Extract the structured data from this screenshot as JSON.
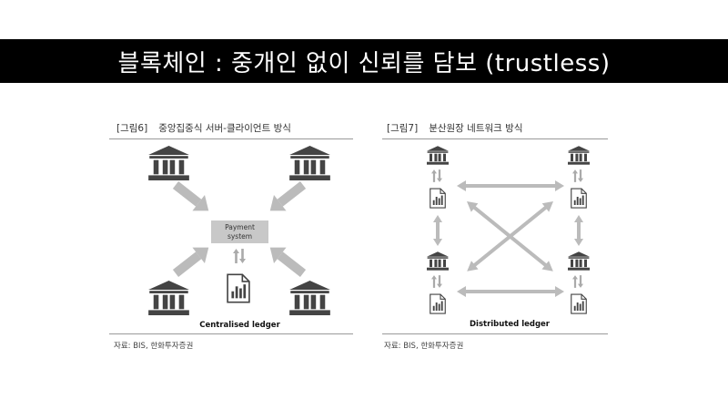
{
  "header": {
    "title": "블록체인 : 중개인 없이 신뢰를 담보 (trustless)"
  },
  "figure_left": {
    "number": "[그림6]",
    "caption": "중앙집중식 서버-클라이언트 방식",
    "center_box_line1": "Payment",
    "center_box_line2": "system",
    "ledger_label": "Centralised ledger",
    "source": "자료: BIS, 한화투자증권"
  },
  "figure_right": {
    "number": "[그림7]",
    "caption": "분산원장 네트워크 방식",
    "ledger_label": "Distributed ledger",
    "source": "자료: BIS, 한화투자증권"
  },
  "icons": {
    "institution": "bank-icon",
    "document": "ledger-document-icon"
  },
  "colors": {
    "title_bg": "#000000",
    "title_text": "#ffffff",
    "icon": "#444444",
    "arrow": "#bbbbbb",
    "box": "#c8c8c8"
  }
}
